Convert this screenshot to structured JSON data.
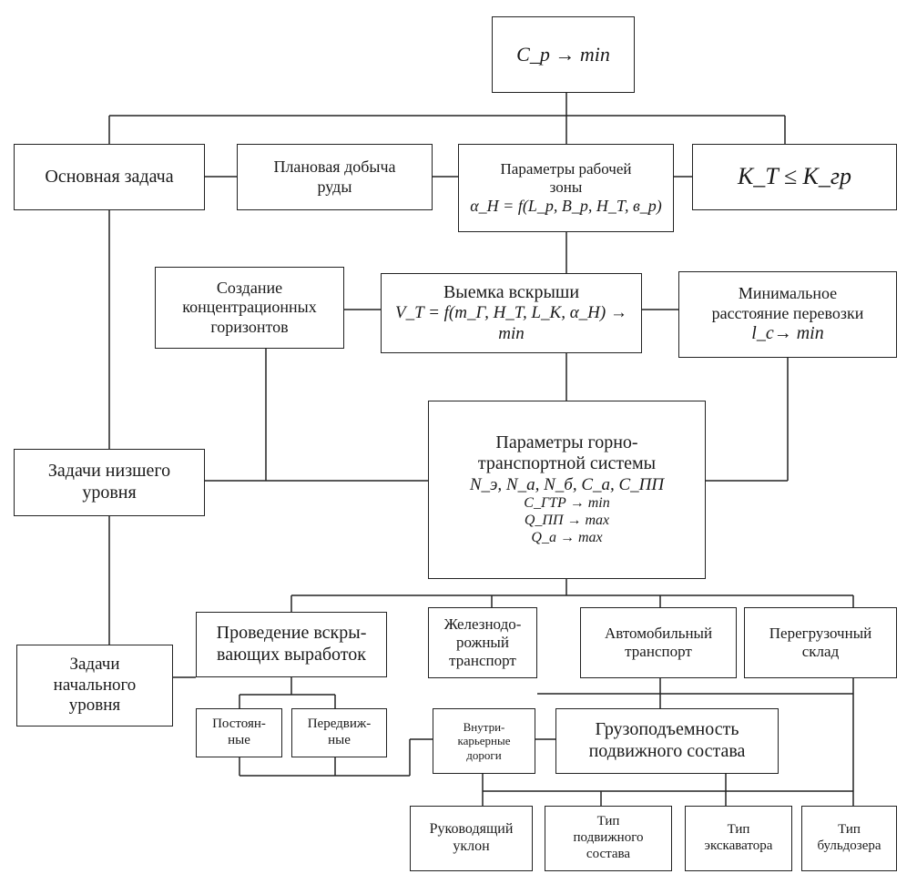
{
  "goal": "C_р → min",
  "main_task": "Основная задача",
  "planned_mining": [
    "Плановая добыча",
    "руды"
  ],
  "work_zone": {
    "lines": [
      "Параметры рабочей",
      "зоны"
    ],
    "formula": "α_Н = f(L_р, B_р, H_Т, в_р)"
  },
  "kt_constraint": "K_T ≤ K_гр",
  "concentration": [
    "Создание",
    "концентрационных",
    "горизонтов"
  ],
  "overburden": {
    "title": "Выемка вскрыши",
    "formula": "V_T = f(m_Г, H_T, L_K, α_H) → min"
  },
  "min_distance": [
    "Минимальное",
    "расстояние перевозки",
    "l_c→ min"
  ],
  "lower_tasks": [
    "Задачи низшего",
    "уровня"
  ],
  "mts": {
    "lines": [
      "Параметры горно-",
      "транспортной системы"
    ],
    "f1": "N_э, N_а, N_б, C_а, C_ПП",
    "f2": "C_ГТР → min",
    "f3": "Q_ПП → max",
    "f4": "Q_а   → max"
  },
  "initial_tasks": [
    "Задачи",
    "начального",
    "уровня"
  ],
  "openings": [
    "Проведение вскры-",
    "вающих выработок"
  ],
  "railway": [
    "Железнодо-",
    "рожный",
    "транспорт"
  ],
  "auto": [
    "Автомобильный",
    "транспорт"
  ],
  "transfer": [
    "Перегрузочный",
    "склад"
  ],
  "permanent": [
    "Постоян-",
    "ные"
  ],
  "mobile": [
    "Передвиж-",
    "ные"
  ],
  "inpit_roads": [
    "Внутри-",
    "карьерные",
    "дороги"
  ],
  "capacity": [
    "Грузоподъемность",
    "подвижного состава"
  ],
  "grade": [
    "Руководящий",
    "уклон"
  ],
  "rolling_stock": [
    "Тип",
    "подвижного",
    "состава"
  ],
  "excavator": [
    "Тип",
    "экскаватора"
  ],
  "bulldozer": [
    "Тип",
    "бульдозера"
  ]
}
